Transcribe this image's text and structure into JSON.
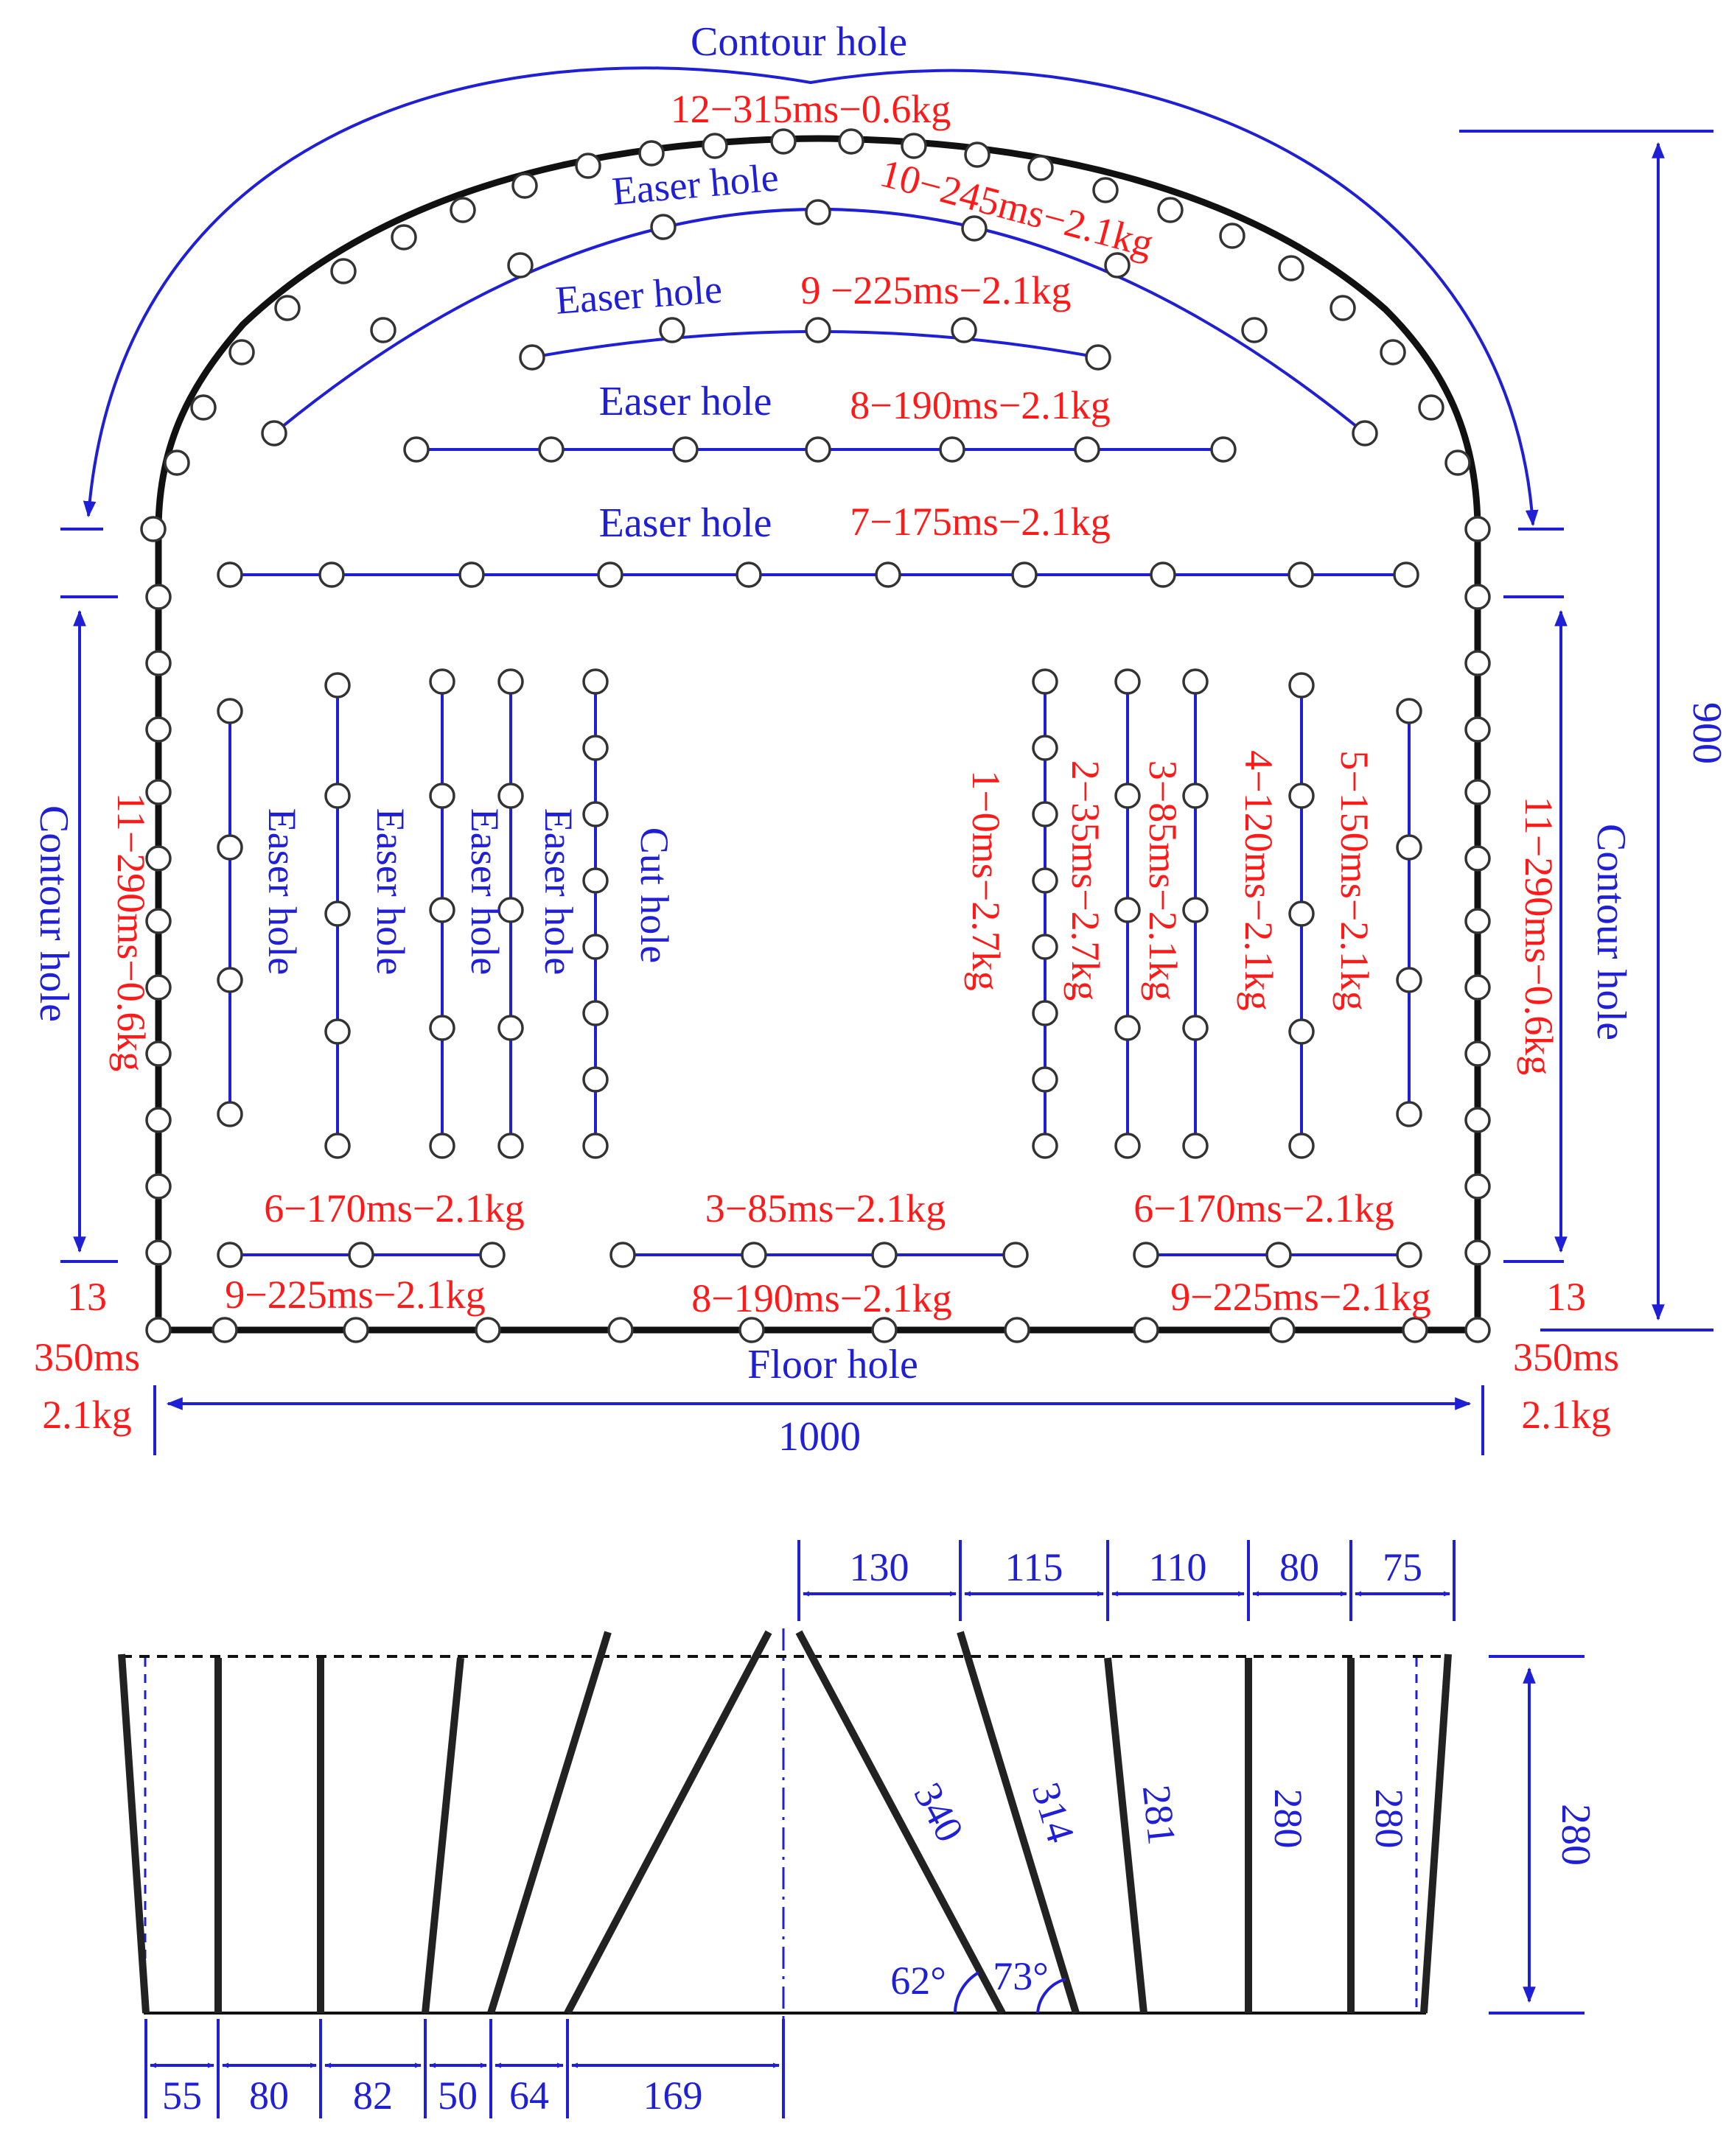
{
  "colors": {
    "outline": "#111111",
    "blue": "#1f1fd6",
    "red": "#ff1a1a",
    "hole_stroke": "#333333"
  },
  "labels": {
    "contour_top": "Contour hole",
    "contour_top_spec": "12−315ms−0.6kg",
    "easer_10": "Easer hole",
    "easer_10_spec": "10−245ms−2.1kg",
    "easer_9": "Easer hole",
    "easer_9_spec": "9 −225ms−2.1kg",
    "easer_8": "Easer hole",
    "easer_8_spec": "8−190ms−2.1kg",
    "easer_7": "Easer hole",
    "easer_7_spec": "7−175ms−2.1kg",
    "contour_side_left": "Contour hole",
    "contour_side_left_spec": "11−290ms−0.6kg",
    "contour_side_right": "Contour hole",
    "contour_side_right_spec": "11−290ms−0.6kg",
    "easer_col_1": "Easer hole",
    "easer_col_2": "Easer hole",
    "easer_col_3": "Easer hole",
    "easer_col_4": "Easer hole",
    "cut_hole": "Cut hole",
    "spec_1": "1−0ms−2.7kg",
    "spec_2": "2−35ms−2.7kg",
    "spec_3": "3−85ms−2.1kg",
    "spec_4": "4−120ms−2.1kg",
    "spec_5": "5−150ms−2.1kg",
    "bottom_left_6": "6−170ms−2.1kg",
    "bottom_mid_3": "3−85ms−2.1kg",
    "bottom_right_6": "6−170ms−2.1kg",
    "bottom_left_9": "9−225ms−2.1kg",
    "bottom_mid_8": "8−190ms−2.1kg",
    "bottom_right_9": "9−225ms−2.1kg",
    "floor_hole": "Floor hole",
    "corner_left": [
      "13",
      "350ms",
      "2.1kg"
    ],
    "corner_right": [
      "13",
      "350ms",
      "2.1kg"
    ]
  },
  "dimensions": {
    "width": "1000",
    "height": "900",
    "depth": "280",
    "top_spacings": [
      "130",
      "115",
      "110",
      "80",
      "75"
    ],
    "bottom_spacings": [
      "55",
      "80",
      "82",
      "50",
      "64",
      "169"
    ],
    "hole_lengths": [
      "340",
      "314",
      "281",
      "280",
      "280"
    ],
    "angles": [
      "62°",
      "73°"
    ]
  }
}
